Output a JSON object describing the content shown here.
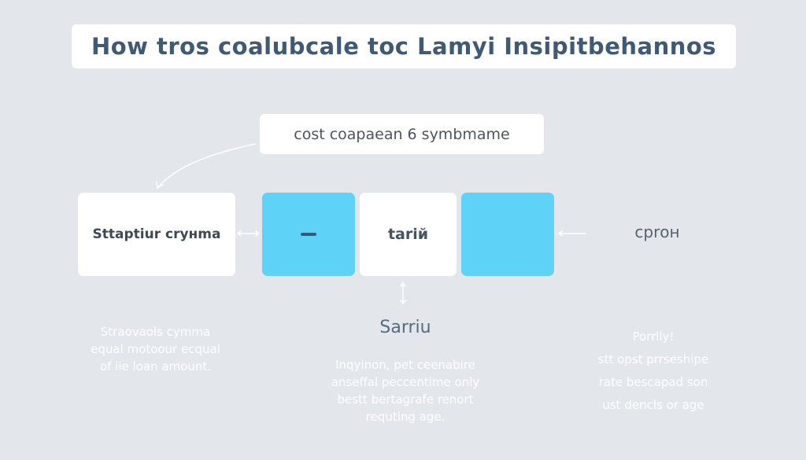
{
  "title": "How tros coalubcale toc Lamyi Insipitbehannos",
  "label_box": {
    "text": "cost coapaean 6 symbmame"
  },
  "boxes": [
    {
      "id": "box-1",
      "style": "white",
      "text": "Sttaptiur cryнma"
    },
    {
      "id": "box-2",
      "style": "blue",
      "text": "",
      "icon": "minus-icon"
    },
    {
      "id": "box-3",
      "style": "white",
      "text": "tarій"
    },
    {
      "id": "box-4",
      "style": "blue",
      "text": ""
    }
  ],
  "side_label": "cprон",
  "arrows": {
    "curved": "curved-arrow-from-label-to-box-1",
    "box1_box2": "double-arrow-horizontal",
    "box3_below": "double-arrow-vertical",
    "right": "arrow-left"
  },
  "descriptions": {
    "left": {
      "lines": [
        "Straovaols cymma",
        "equal motoour ecqual",
        "of lie loan amount."
      ]
    },
    "center": {
      "heading": "Sarriu",
      "lines": [
        "Inqyinon, pet ceenabire",
        "anseffal peccentime only",
        "bestt bertagrafe renort",
        "requting age."
      ]
    },
    "right": {
      "heading": "Porrlly!",
      "lines": [
        "stt opst prrseshipe",
        "rate bescapad son",
        "ust dencls or age"
      ]
    }
  },
  "colors": {
    "background": "#e3e7ec",
    "panel": "#ffffff",
    "accent_blue": "#5fd2f8",
    "title_text": "#3f5a72",
    "minus_bar": "#2d5f7d"
  }
}
